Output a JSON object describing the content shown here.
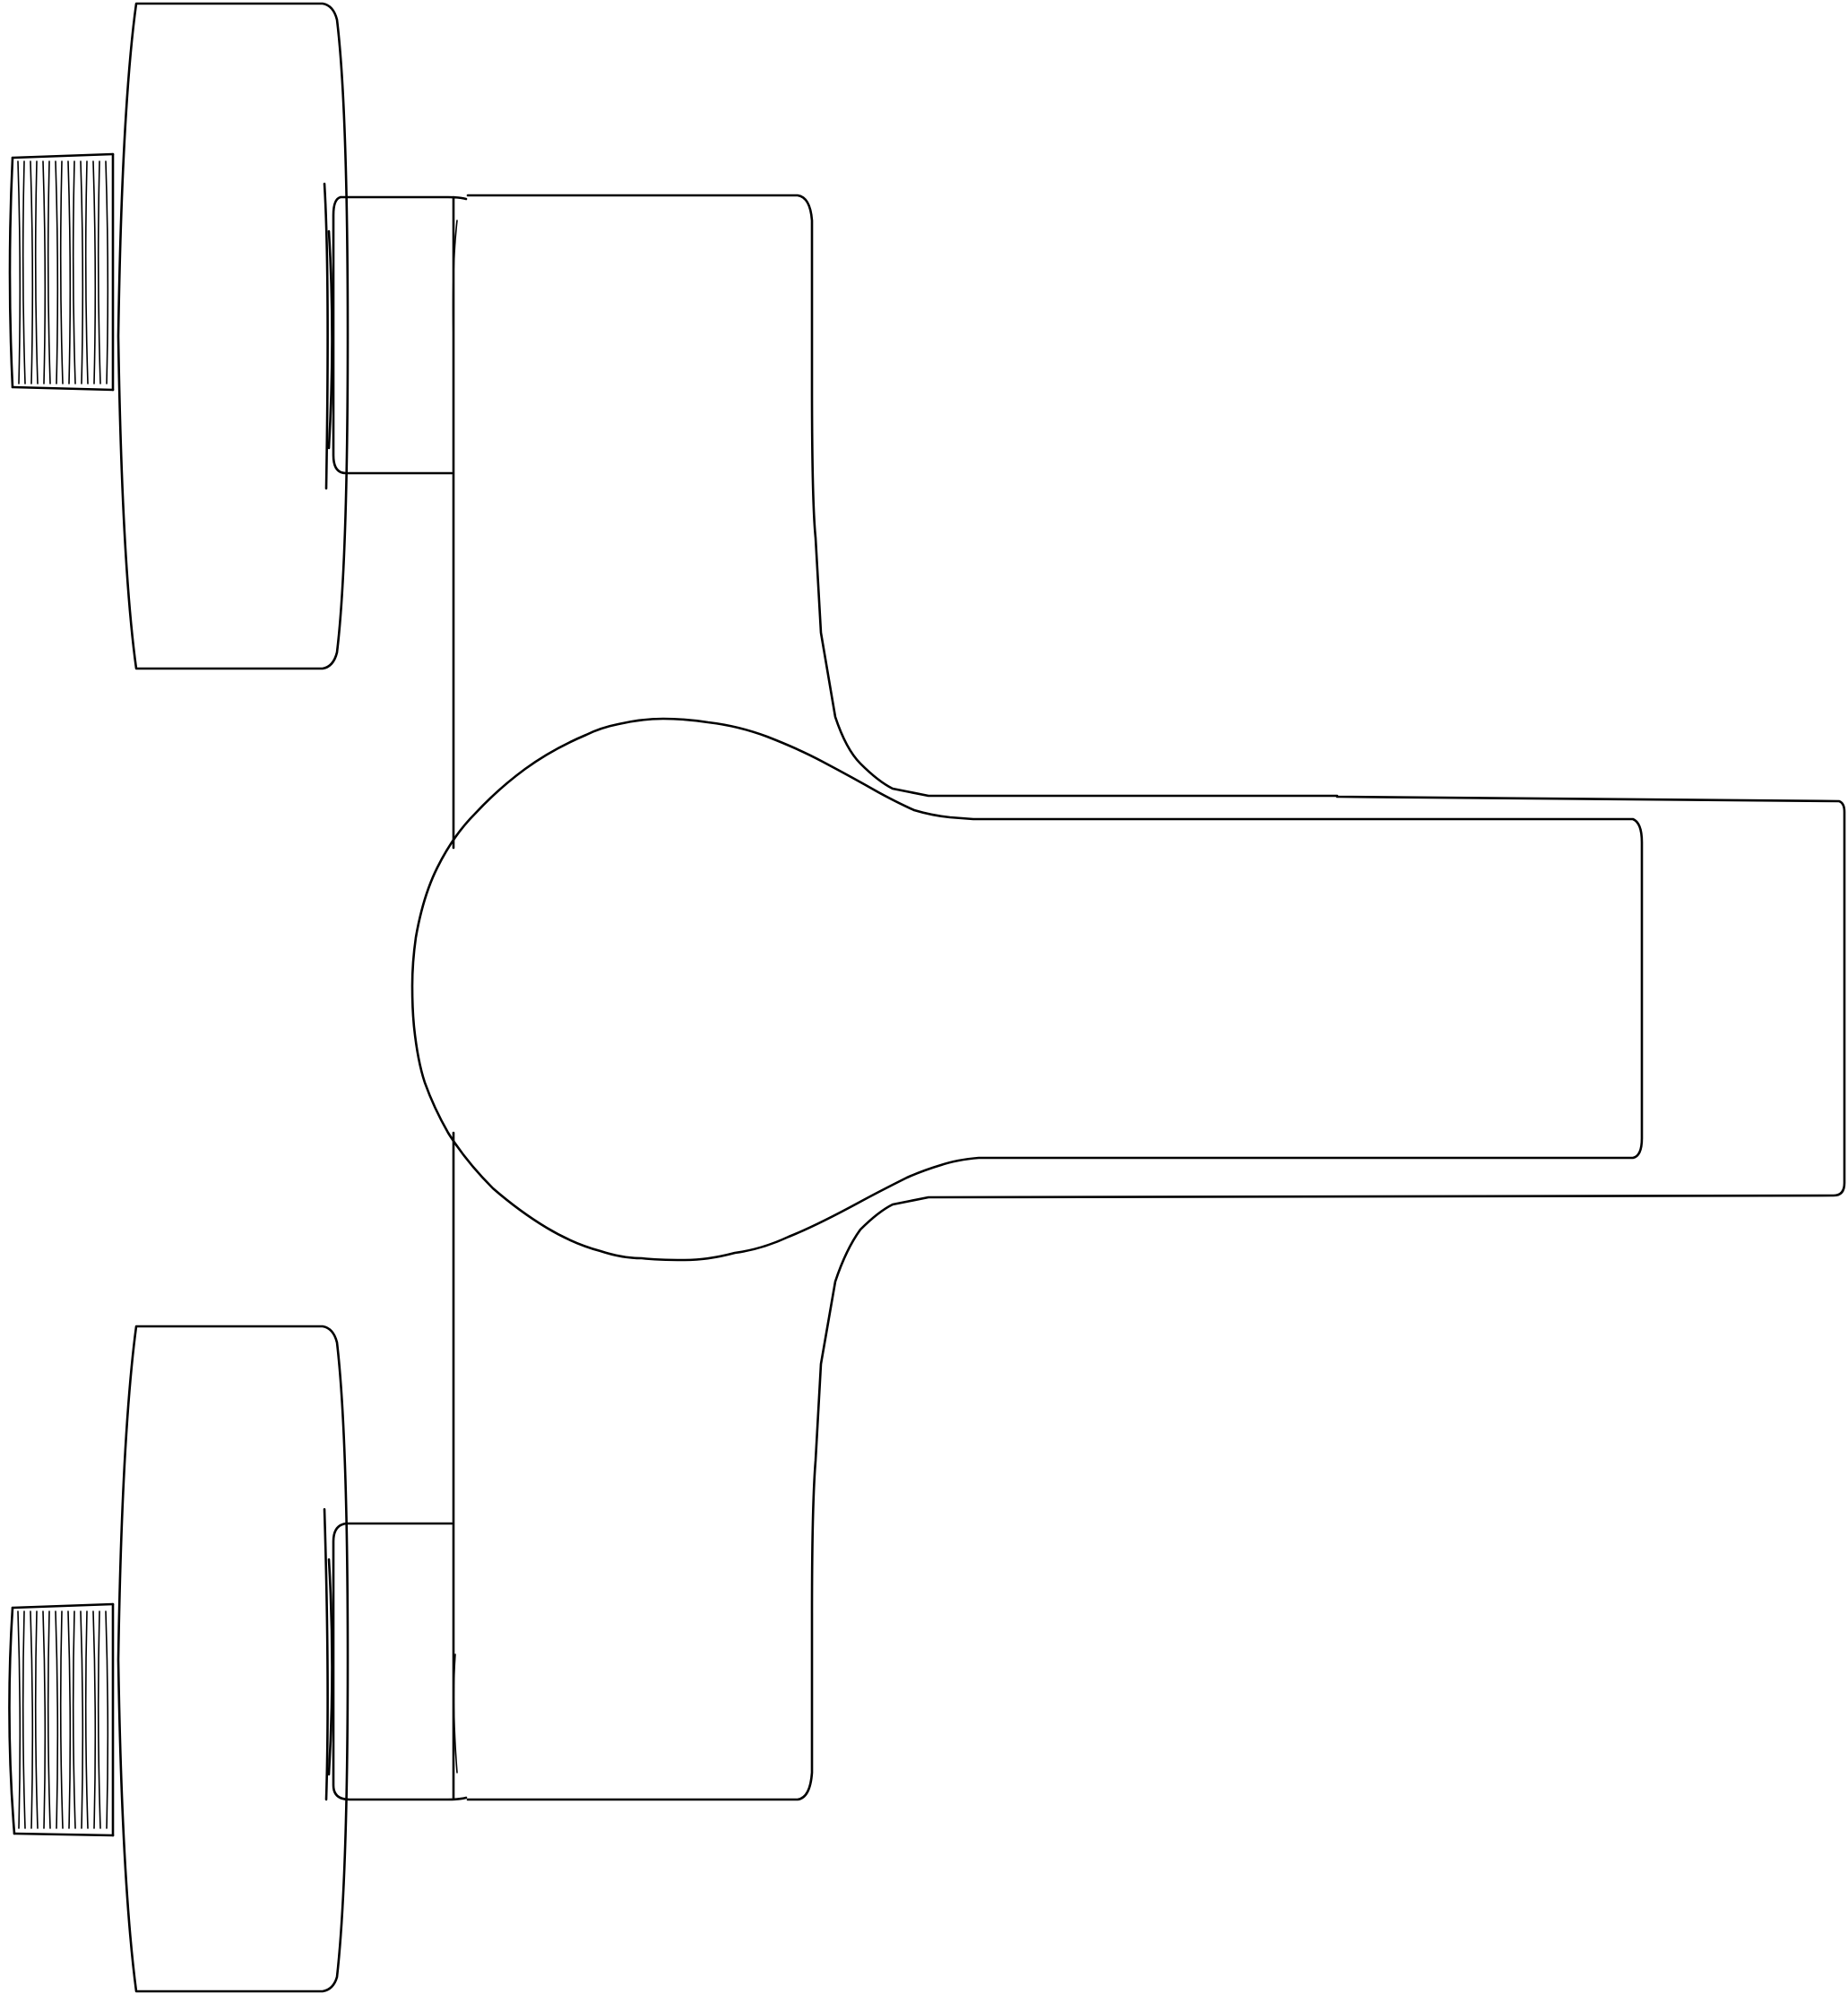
{
  "drawing": {
    "subject": "wall-mounted-single-lever-mixer-tap",
    "view": "side-elevation",
    "style": "black-outline-line-art",
    "colors": {
      "stroke": "#000000",
      "background": "#ffffff"
    },
    "parts": [
      "top-threaded-inlet",
      "top-wall-flange",
      "top-connector",
      "bottom-threaded-inlet",
      "bottom-wall-flange",
      "bottom-connector",
      "mixer-body",
      "lever-handle"
    ]
  }
}
